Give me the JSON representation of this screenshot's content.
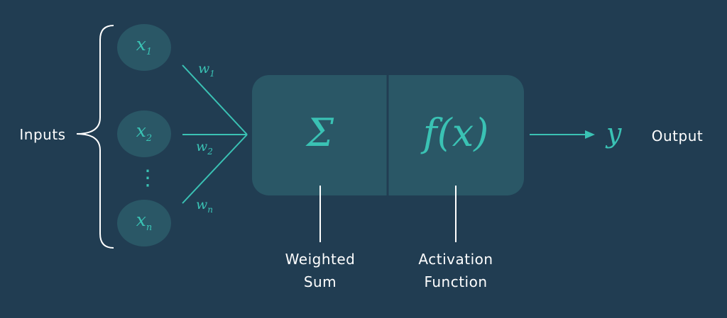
{
  "inputs_label": "Inputs",
  "nodes": [
    {
      "symbol": "x",
      "sub": "1"
    },
    {
      "symbol": "x",
      "sub": "2"
    },
    {
      "symbol": "x",
      "sub": "n"
    }
  ],
  "ellipsis": "⋮",
  "weights": [
    {
      "symbol": "w",
      "sub": "1"
    },
    {
      "symbol": "w",
      "sub": "2"
    },
    {
      "symbol": "w",
      "sub": "n"
    }
  ],
  "sum_symbol": "Σ",
  "activation_symbol": "f(x)",
  "output_symbol": "y",
  "output_label": "Output",
  "weighted_sum_label": [
    "Weighted",
    "Sum"
  ],
  "activation_label": [
    "Activation",
    "Function"
  ],
  "colors": {
    "background": "#213d52",
    "node_fill": "#2a5766",
    "box_fill": "#2a5766",
    "accent": "#3ac2b4",
    "text": "#ffffff"
  }
}
